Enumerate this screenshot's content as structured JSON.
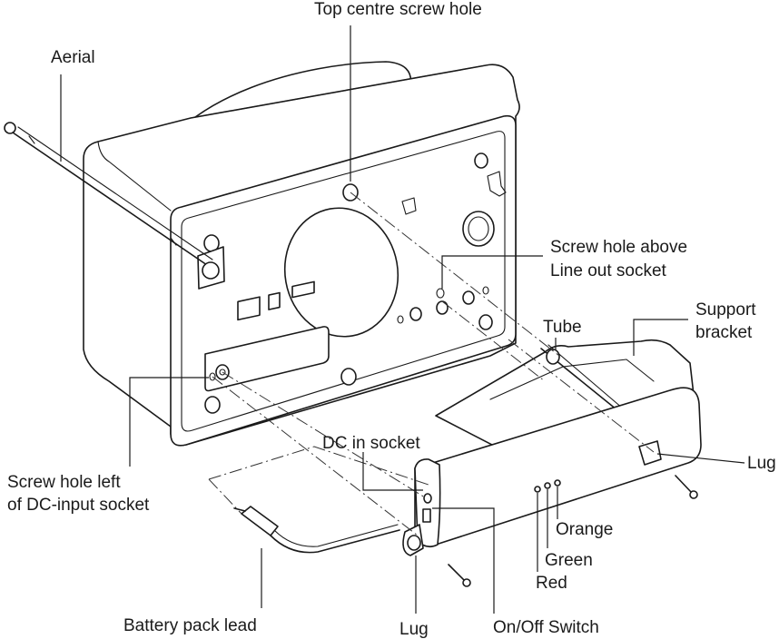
{
  "labels": {
    "top_centre_screw_hole": "Top centre screw hole",
    "aerial": "Aerial",
    "screw_hole_above_line_out_1": "Screw hole above",
    "screw_hole_above_line_out_2": "Line out socket",
    "support_bracket_1": "Support",
    "support_bracket_2": "bracket",
    "tube": "Tube",
    "dc_in_socket": "DC in socket",
    "lug_right": "Lug",
    "screw_hole_left_1": "Screw hole left",
    "screw_hole_left_2": "of DC-input socket",
    "orange": "Orange",
    "green": "Green",
    "red": "Red",
    "battery_pack_lead": "Battery pack lead",
    "lug_bottom": "Lug",
    "on_off_switch": "On/Off Switch"
  }
}
